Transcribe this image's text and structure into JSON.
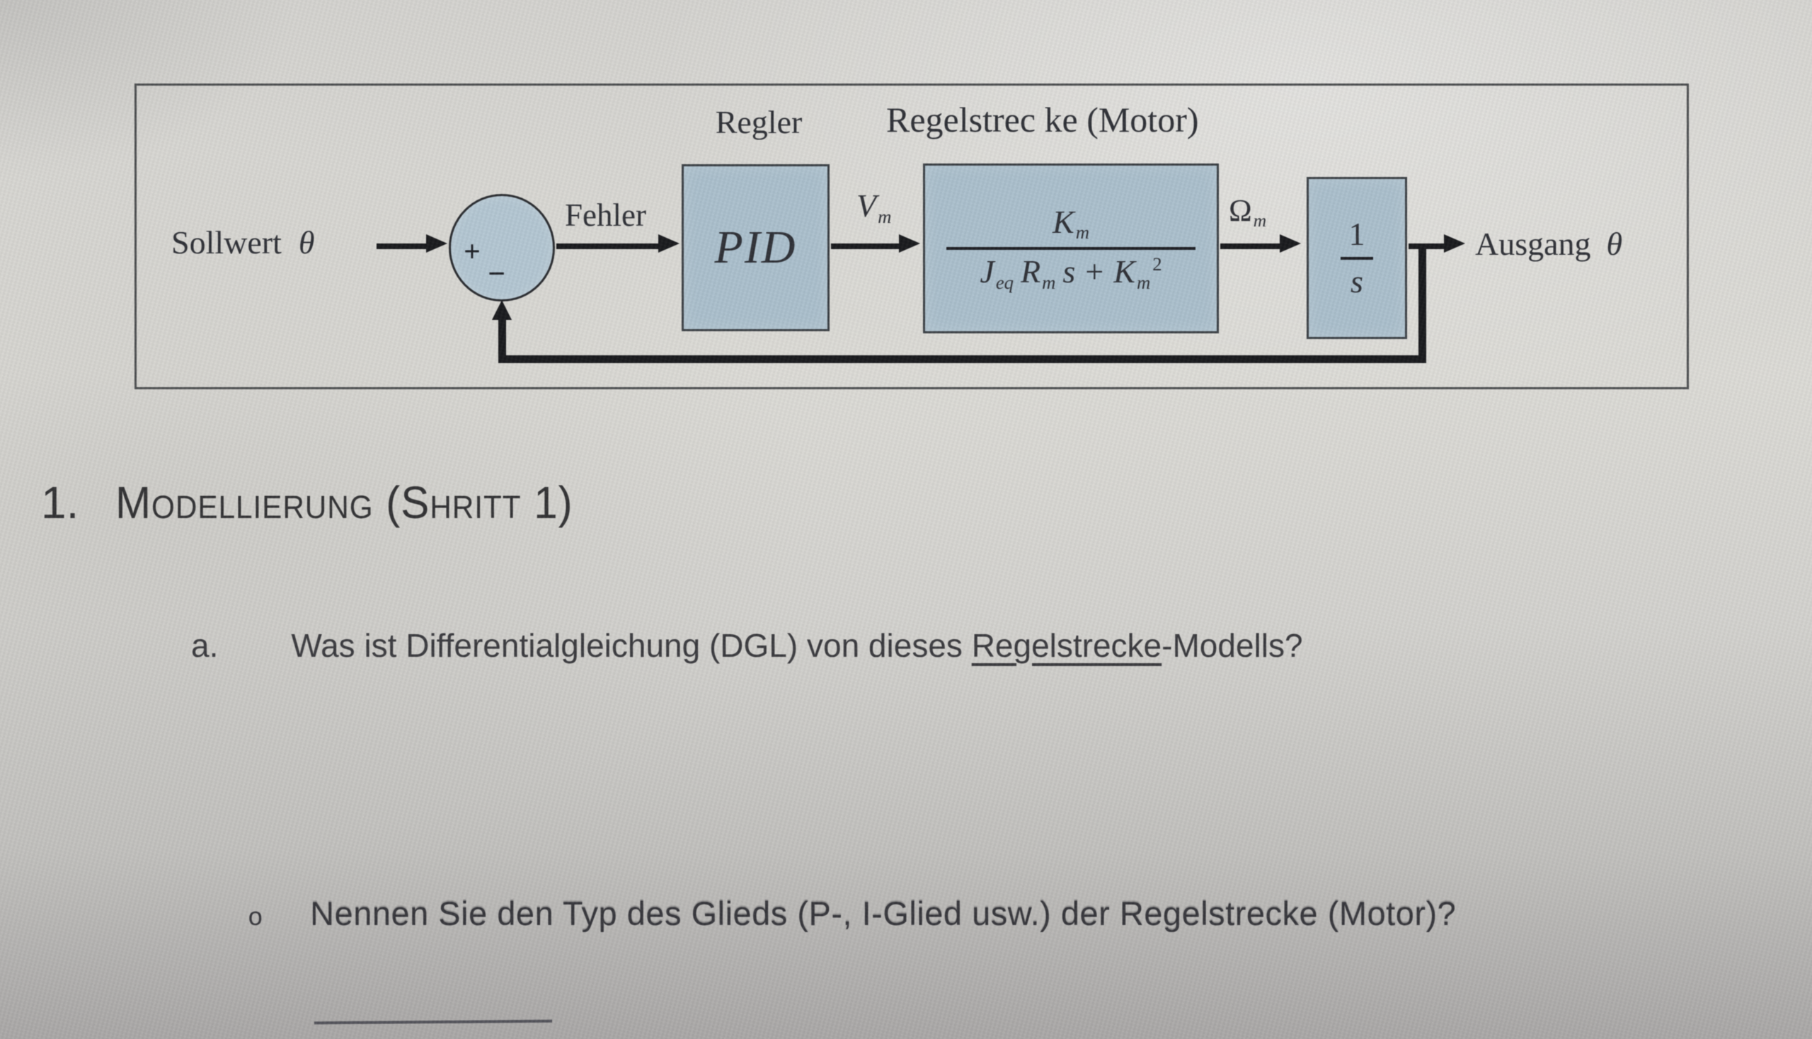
{
  "diagram": {
    "regler_label": "Regler",
    "regelstrecke_label": "Regelstrec ke (Motor)",
    "sollwert_label": "Sollwert",
    "sollwert_symbol": "θ",
    "fehler_label": "Fehler",
    "sum_plus": "+",
    "sum_minus": "−",
    "pid_label": "PID",
    "vm_base": "V",
    "vm_sub": "m",
    "tf_num_base": "K",
    "tf_num_sub": "m",
    "tf_den_j": "J",
    "tf_den_j_sub": "eq",
    "tf_den_r": "R",
    "tf_den_r_sub": "m",
    "tf_den_s": "s",
    "tf_den_plus": "+",
    "tf_den_k": "K",
    "tf_den_k_sub": "m",
    "tf_den_k_sup": "2",
    "omega_base": "Ω",
    "omega_sub": "m",
    "int_num": "1",
    "int_den": "s",
    "ausgang_label": "Ausgang",
    "ausgang_symbol": "θ"
  },
  "section": {
    "number": "1.",
    "title": "Modellierung (Shritt 1)"
  },
  "question_a": {
    "label": "a.",
    "text_before": "Was ist Differentialgleichung (DGL) von dieses ",
    "underlined": "Regelstrecke",
    "text_after": "-Modells?"
  },
  "sub_bullet": {
    "marker": "o",
    "text": "Nennen Sie den Typ des Glieds (P-, I-Glied usw.) der Regelstrecke (Motor)?"
  },
  "colors": {
    "block_fill": "#a9becb",
    "circle_fill": "#b2c5d1",
    "block_border": "#383d42",
    "signal_line": "#16171a",
    "diagram_text": "#2b2d33",
    "body_text": "#37373b"
  }
}
